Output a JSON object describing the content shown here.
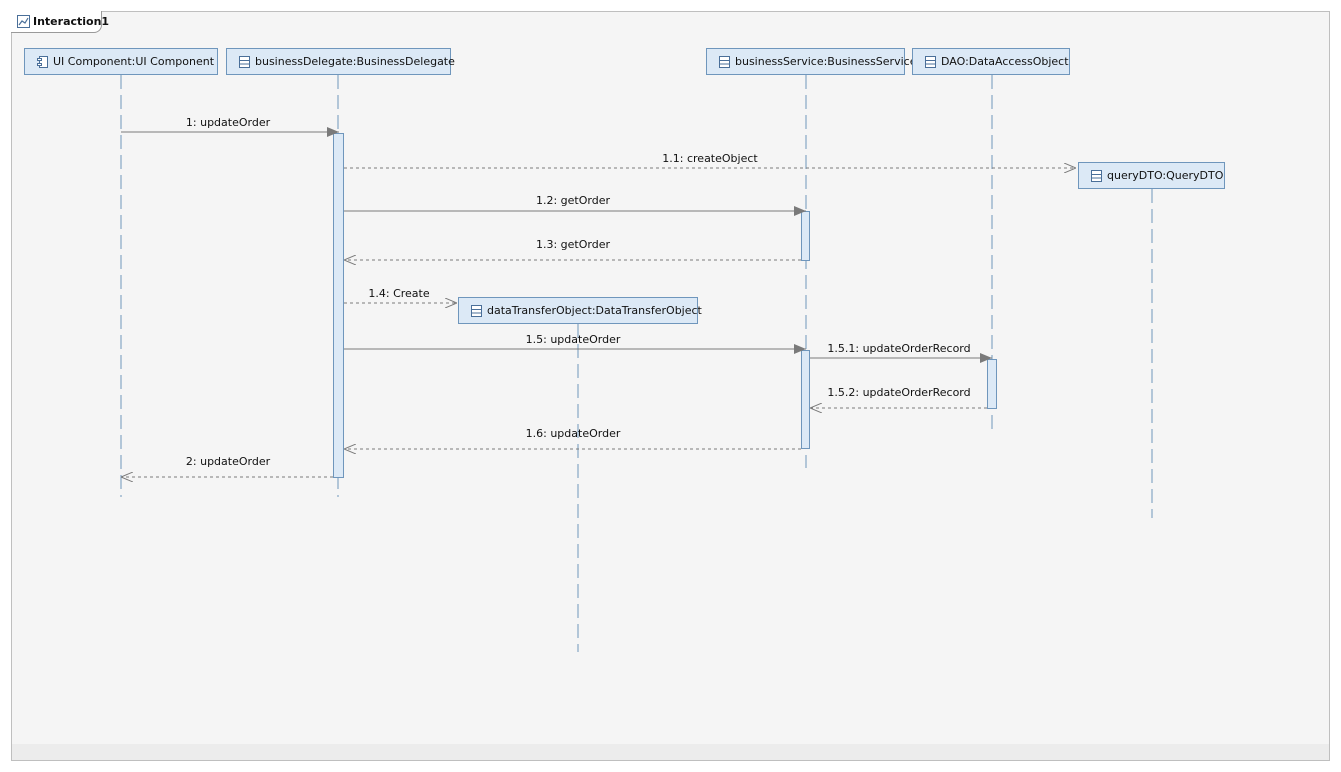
{
  "frame": {
    "title": "Interaction1"
  },
  "lifelines": {
    "ui": "UI Component:UI Component",
    "delegate": "businessDelegate:BusinessDelegate",
    "service": "businessService:BusinessService",
    "dao": "DAO:DataAccessObject",
    "query": "queryDTO:QueryDTO",
    "dto": "dataTransferObject:DataTransferObject"
  },
  "messages": {
    "m1": "1: updateOrder",
    "m11": "1.1: createObject",
    "m12": "1.2: getOrder",
    "m13": "1.3: getOrder",
    "m14": "1.4: Create",
    "m15": "1.5: updateOrder",
    "m151": "1.5.1: updateOrderRecord",
    "m152": "1.5.2: updateOrderRecord",
    "m16": "1.6: updateOrder",
    "m2": "2: updateOrder"
  }
}
